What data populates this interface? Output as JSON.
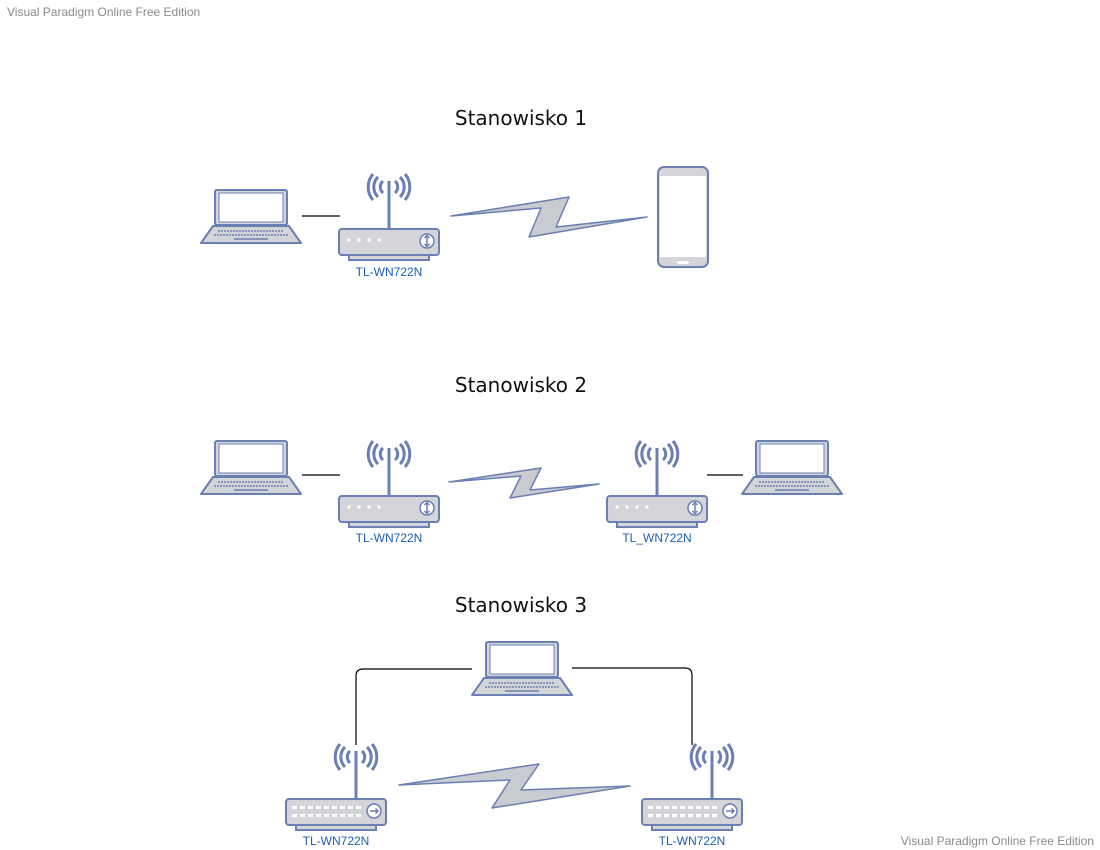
{
  "watermark": "Visual Paradigm Online Free Edition",
  "sections": {
    "s1": {
      "title": "Stanowisko 1",
      "router_label": "TL-WN722N"
    },
    "s2": {
      "title": "Stanowisko 2",
      "router_left_label": "TL-WN722N",
      "router_right_label": "TL_WN722N"
    },
    "s3": {
      "title": "Stanowisko 3",
      "router_left_label": "TL-WN722N",
      "router_right_label": "TL-WN722N"
    }
  },
  "colors": {
    "device_stroke": "#6a7fb3",
    "device_fill": "#d3d5d9",
    "screen_fill": "#ffffff",
    "bolt_fill": "#c8cbd0",
    "label": "#1b5fb4",
    "connector": "#000000"
  },
  "icons": [
    "laptop-icon",
    "wifi-router-icon",
    "smartphone-icon",
    "wireless-link-icon",
    "switch-router-icon"
  ]
}
